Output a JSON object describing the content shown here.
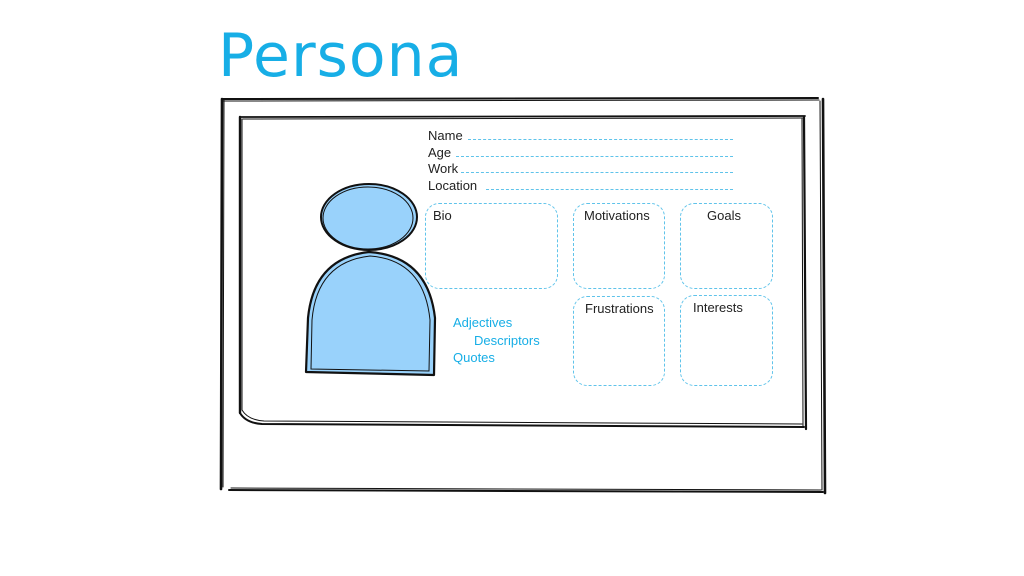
{
  "title": "Persona",
  "fields": [
    {
      "label": "Name"
    },
    {
      "label": "Age"
    },
    {
      "label": "Work"
    },
    {
      "label": "Location"
    }
  ],
  "boxes": {
    "bio": "Bio",
    "motivations": "Motivations",
    "goals": "Goals",
    "frustrations": "Frustrations",
    "interests": "Interests"
  },
  "extras": {
    "adjectives": "Adjectives",
    "descriptors": "Descriptors",
    "quotes": "Quotes"
  },
  "colors": {
    "accent": "#17aee6",
    "avatar_fill": "#99d2fb",
    "outline": "#111111"
  },
  "icons": {
    "avatar": "person-silhouette-icon"
  }
}
